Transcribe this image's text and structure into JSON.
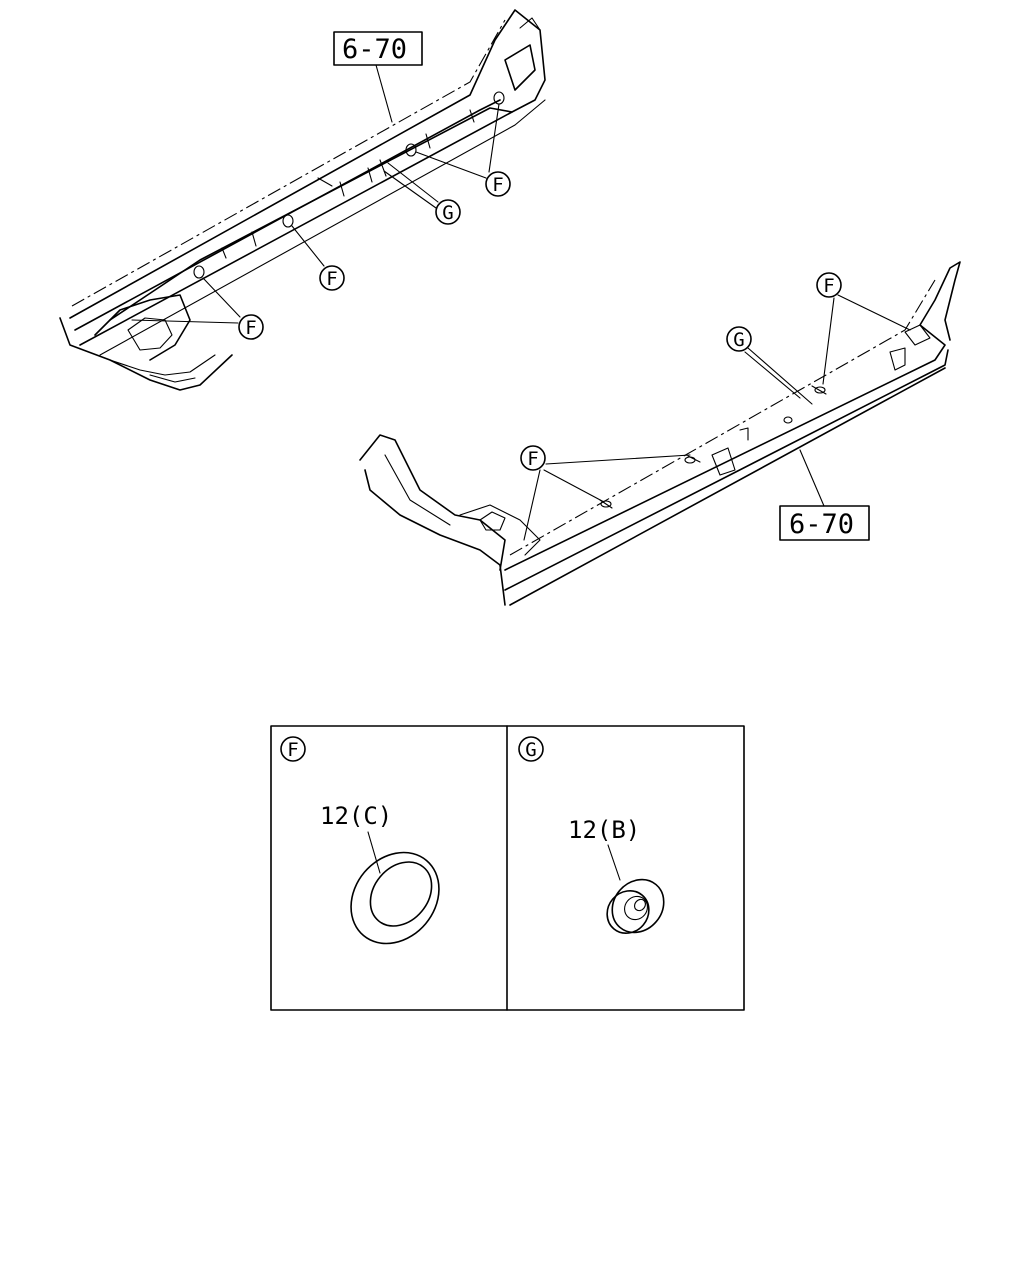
{
  "references": {
    "upper": "6-70",
    "lower": "6-70"
  },
  "callouts": {
    "f": "F",
    "g": "G"
  },
  "detail_panels": [
    {
      "letter": "F",
      "part_label": "12(C)"
    },
    {
      "letter": "G",
      "part_label": "12(B)"
    }
  ]
}
